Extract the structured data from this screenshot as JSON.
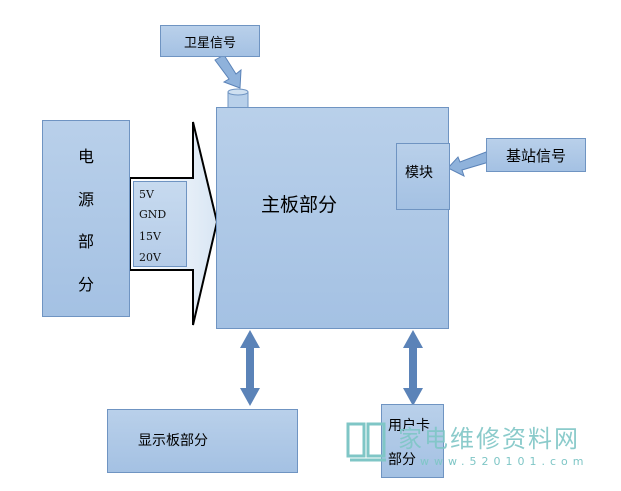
{
  "blocks": {
    "satellite": "卫星信号",
    "power": [
      "电",
      "源",
      "部",
      "分"
    ],
    "voltages": [
      "5V",
      "GND",
      "15V",
      "20V"
    ],
    "mainboard": "主板部分",
    "module": "模块",
    "base_station": "基站信号",
    "display": "显示板部分",
    "card": "用户卡部分"
  },
  "watermark": {
    "title": "家电维修资料网",
    "url": "www.520101.com"
  },
  "colors": {
    "box_fill": "#a9c4e4",
    "box_border": "#6f94c2",
    "arrow_fill": "#5b83b8",
    "watermark": "#7fc6c6"
  }
}
